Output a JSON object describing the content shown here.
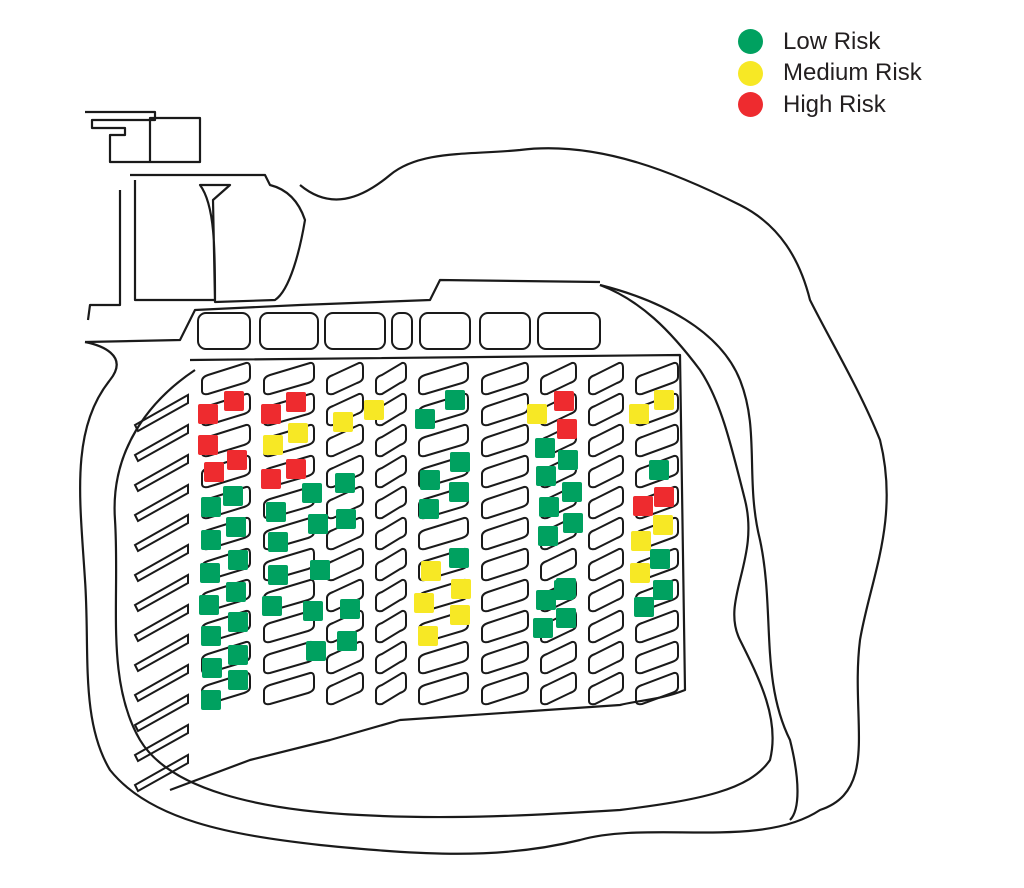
{
  "legend": {
    "items": [
      {
        "label": "Low Risk",
        "risk": "low",
        "color": "#00a160"
      },
      {
        "label": "Medium Risk",
        "risk": "medium",
        "color": "#f7e825"
      },
      {
        "label": "High Risk",
        "risk": "high",
        "color": "#ee2b2f"
      }
    ]
  },
  "colors": {
    "low": "#00a160",
    "medium": "#f7e825",
    "high": "#ee2b2f",
    "outline": "#1a1a1a"
  },
  "markers": [
    "high",
    "high",
    "high",
    "high",
    "high",
    "low",
    "low",
    "low",
    "low",
    "low",
    "low",
    "low",
    "low",
    "low",
    "low",
    "low",
    "low",
    "low",
    "low",
    "high",
    "high",
    "high",
    "high",
    "medium",
    "medium",
    "low",
    "low",
    "low",
    "low",
    "low",
    "low",
    "low",
    "low",
    "low",
    "low",
    "low",
    "low",
    "low",
    "medium",
    "medium",
    "low",
    "low",
    "low",
    "low",
    "low",
    "low",
    "low",
    "medium",
    "medium",
    "medium",
    "medium",
    "medium",
    "medium",
    "high",
    "high",
    "low",
    "low",
    "low",
    "low",
    "low",
    "low",
    "low",
    "low",
    "low",
    "low",
    "low",
    "low",
    "medium",
    "medium",
    "medium",
    "medium",
    "medium",
    "high",
    "high",
    "low",
    "low",
    "low",
    "low"
  ]
}
